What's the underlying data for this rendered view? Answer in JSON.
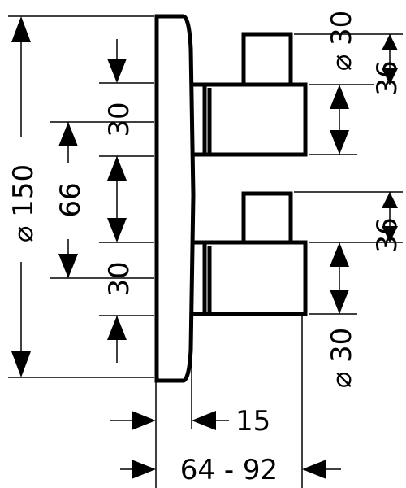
{
  "dimensions": {
    "overall_height": "⌀ 150",
    "center_distance": "66",
    "upper_offset": "30",
    "lower_offset": "30",
    "upper_handle_diameter": "⌀ 30",
    "upper_handle_length": "36",
    "lower_handle_length": "36",
    "lower_handle_diameter": "⌀ 30",
    "plate_thickness": "15",
    "depth_range": "64 - 92"
  }
}
